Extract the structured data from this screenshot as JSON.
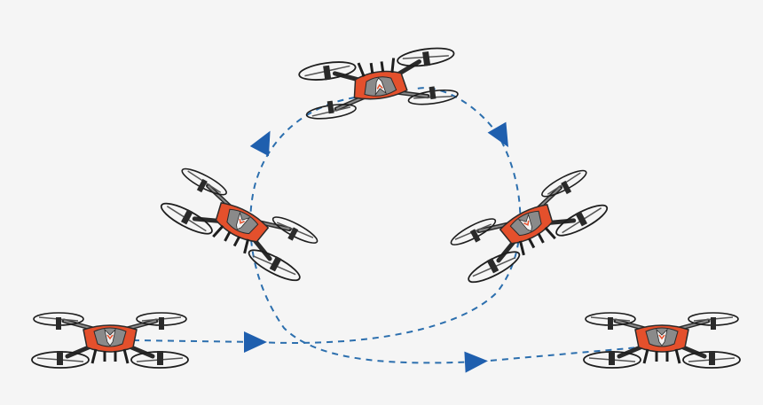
{
  "diagram": {
    "colors": {
      "background": "#f5f5f5",
      "path": "#2c6fae",
      "arrow": "#1f5fae",
      "drone_body": "#e4502c",
      "drone_dark": "#2a2a2a",
      "drone_gray": "#8a8a8a",
      "prop_guard": "#1e1e1e"
    },
    "drones": [
      {
        "id": "drone-start",
        "icon": "quadcopter-drone-icon",
        "pose": "level"
      },
      {
        "id": "drone-climb-left",
        "icon": "quadcopter-drone-icon",
        "pose": "tilted"
      },
      {
        "id": "drone-top-inverted",
        "icon": "quadcopter-drone-icon",
        "pose": "inverted"
      },
      {
        "id": "drone-descend-right",
        "icon": "quadcopter-drone-icon",
        "pose": "tilted"
      },
      {
        "id": "drone-end",
        "icon": "quadcopter-drone-icon",
        "pose": "level"
      }
    ],
    "path_style": "dashed",
    "arrow_icon": "triangle-arrow-icon"
  }
}
